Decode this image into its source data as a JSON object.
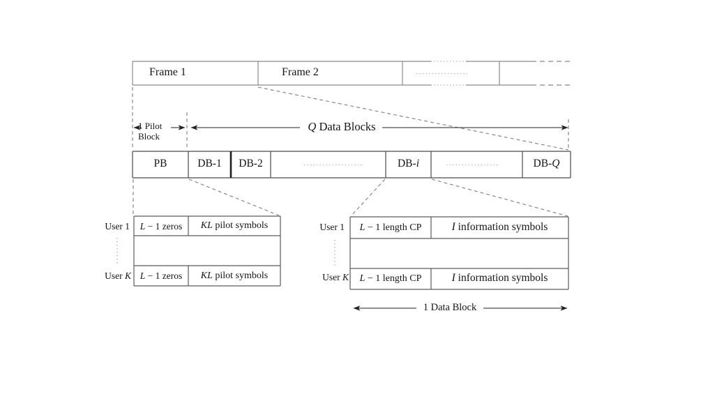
{
  "frames_row": {
    "frame1": "Frame 1",
    "frame2": "Frame 2"
  },
  "arrows": {
    "pilot": {
      "line1": "1 Pilot",
      "line2": "Block"
    },
    "q": {
      "var": "Q",
      "rest": " Data Blocks"
    },
    "data_block": "1 Data Block"
  },
  "block_row": {
    "pb": "PB",
    "db1": "DB-1",
    "db2": "DB-2",
    "dbi": {
      "prefix": "DB-",
      "var": "i"
    },
    "dbq": {
      "prefix": "DB-",
      "var": "Q"
    }
  },
  "pilot_table": {
    "user1": "User 1",
    "userk": {
      "prefix": "User ",
      "var": "K"
    },
    "zeros": {
      "var": "L",
      "rest": " − 1 zeros"
    },
    "pilot_symbols": {
      "var": "KL",
      "rest": " pilot symbols"
    }
  },
  "data_table": {
    "user1": "User 1",
    "userk": {
      "prefix": "User ",
      "var": "K"
    },
    "cp": {
      "var": "L",
      "rest": " − 1 length CP"
    },
    "info": {
      "var": "I",
      "rest": " information symbols"
    }
  },
  "colors": {
    "thin_line": "#5a5a5a",
    "frame_line": "#8a8a8a",
    "dashed_line": "#7e7e7e",
    "dotted_ellipsis": "#b5b5b5",
    "arrow": "#222222",
    "text": "#151515",
    "background": "#ffffff"
  }
}
